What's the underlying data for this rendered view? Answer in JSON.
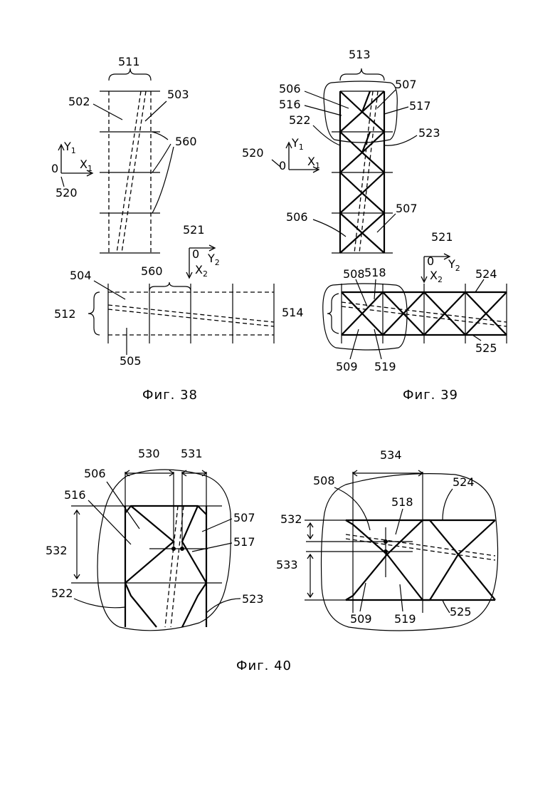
{
  "figures": [
    {
      "caption": "Фиг. 38"
    },
    {
      "caption": "Фиг. 39"
    },
    {
      "caption": "Фиг. 40"
    }
  ],
  "fig38": {
    "labels": {
      "l511": "511",
      "l502": "502",
      "l503": "503",
      "l560a": "560",
      "l520": "520",
      "l521": "521",
      "l560b": "560",
      "l504": "504",
      "l512": "512",
      "l505": "505"
    },
    "axis1": {
      "y": "Y",
      "ysub": "1",
      "x": "X",
      "xsub": "1",
      "o": "0"
    },
    "axis2": {
      "y": "Y",
      "ysub": "2",
      "x": "X",
      "xsub": "2",
      "o": "0"
    }
  },
  "fig39": {
    "labels": {
      "l513": "513",
      "l506a": "506",
      "l507a": "507",
      "l516": "516",
      "l517": "517",
      "l522": "522",
      "l523": "523",
      "l520": "520",
      "l506b": "506",
      "l507b": "507",
      "l521": "521",
      "l508": "508",
      "l518": "518",
      "l524": "524",
      "l514": "514",
      "l525": "525",
      "l509": "509",
      "l519": "519"
    },
    "axis1": {
      "y": "Y",
      "ysub": "1",
      "x": "X",
      "xsub": "1",
      "o": "0"
    },
    "axis2": {
      "y": "Y",
      "ysub": "2",
      "x": "X",
      "xsub": "2",
      "o": "0"
    }
  },
  "fig40": {
    "left": {
      "l530": "530",
      "l531": "531",
      "l506": "506",
      "l516": "516",
      "l507": "507",
      "l532": "532",
      "l517": "517",
      "l522": "522",
      "l523": "523"
    },
    "right": {
      "l534": "534",
      "l508": "508",
      "l524": "524",
      "l518": "518",
      "l532": "532",
      "l533": "533",
      "l509": "509",
      "l519": "519",
      "l525": "525"
    }
  }
}
